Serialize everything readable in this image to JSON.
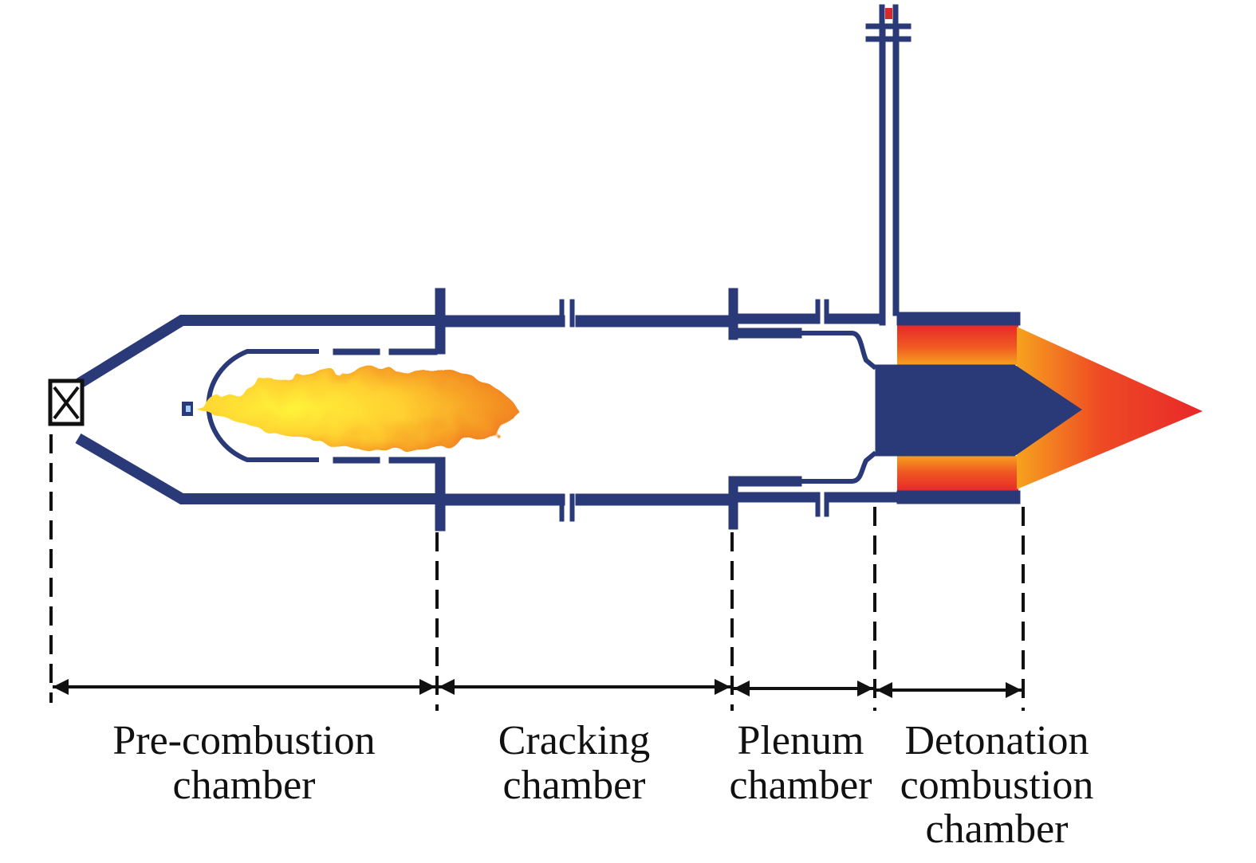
{
  "colors": {
    "wall": "#2a3a78",
    "dim_line": "#111111",
    "flame_core": "#fff23a",
    "flame_edge": "#f07a1e",
    "hot_red": "#e8282a",
    "hot_orange": "#f6a21e"
  },
  "icons": {
    "inlet": "crossed-box-valve-icon",
    "flame": "flame-icon",
    "top_probe": "probe-marker-icon"
  },
  "sections": [
    {
      "id": "pre-combustion",
      "lines": [
        "Pre-combustion",
        "chamber"
      ]
    },
    {
      "id": "cracking",
      "lines": [
        "Cracking",
        "chamber"
      ]
    },
    {
      "id": "plenum",
      "lines": [
        "Plenum",
        "chamber"
      ]
    },
    {
      "id": "detonation",
      "lines": [
        "Detonation",
        "combustion",
        "chamber"
      ]
    }
  ]
}
